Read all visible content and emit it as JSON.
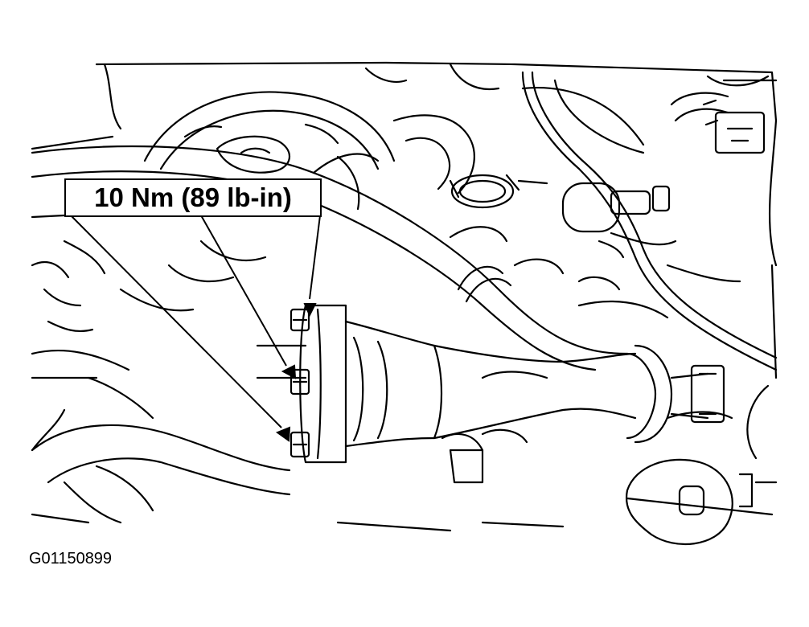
{
  "callout": {
    "torque_label": "10 Nm (89 lb-in)",
    "bolt_count": 3
  },
  "figure": {
    "id": "G01150899"
  },
  "colors": {
    "line": "#000000",
    "background": "#ffffff"
  }
}
